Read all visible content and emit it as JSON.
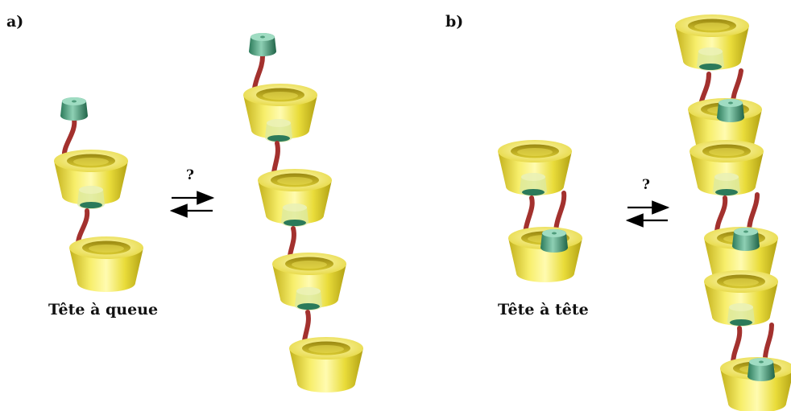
{
  "panels": {
    "a": {
      "label": "a)",
      "caption": "Tête à queue",
      "question": "?"
    },
    "b": {
      "label": "b)",
      "caption": "Tête à tête",
      "question": "?"
    }
  },
  "colors": {
    "cup_light": "#fbf59a",
    "cup_mid": "#e9dc3a",
    "cup_dark": "#b8a616",
    "cup_inner": "#8f7e10",
    "linker": "#a3312e",
    "stopper_light": "#7cc4a6",
    "stopper_dark": "#1e6b4d",
    "arrow": "#000000"
  }
}
